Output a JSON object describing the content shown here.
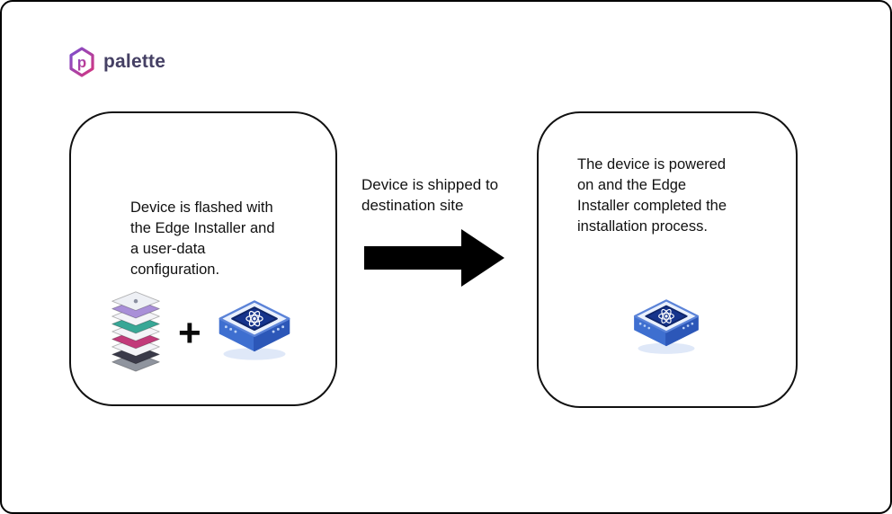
{
  "logo": {
    "text": "palette",
    "monogram": "p"
  },
  "diagram": {
    "left_box": {
      "text": "Device is flashed with\nthe Edge Installer and\na user-data\nconfiguration.",
      "plus_sign": "+"
    },
    "transition": {
      "label": "Device is shipped to\ndestination site"
    },
    "right_box": {
      "text": "The device is powered\non and the Edge\nInstaller completed the\ninstallation process."
    }
  },
  "icons": {
    "logo": "palette-hexagon-logo-icon",
    "left_stack": "software-stack-icon",
    "left_device": "edge-device-icon",
    "arrow": "arrow-right-icon",
    "right_device": "edge-device-icon"
  },
  "colors": {
    "brand_purple": "#7b4fd0",
    "brand_magenta": "#d6357e",
    "logo_text": "#454064",
    "device_blue": "#3e6fd0",
    "device_blue_dark": "#2c57b8",
    "device_top": "#eaf1fd",
    "device_panel": "#16348c",
    "stack_purple": "#a98fd8",
    "stack_teal": "#38a796",
    "stack_magenta": "#c23a7a",
    "text": "#111111",
    "border": "#111111"
  }
}
